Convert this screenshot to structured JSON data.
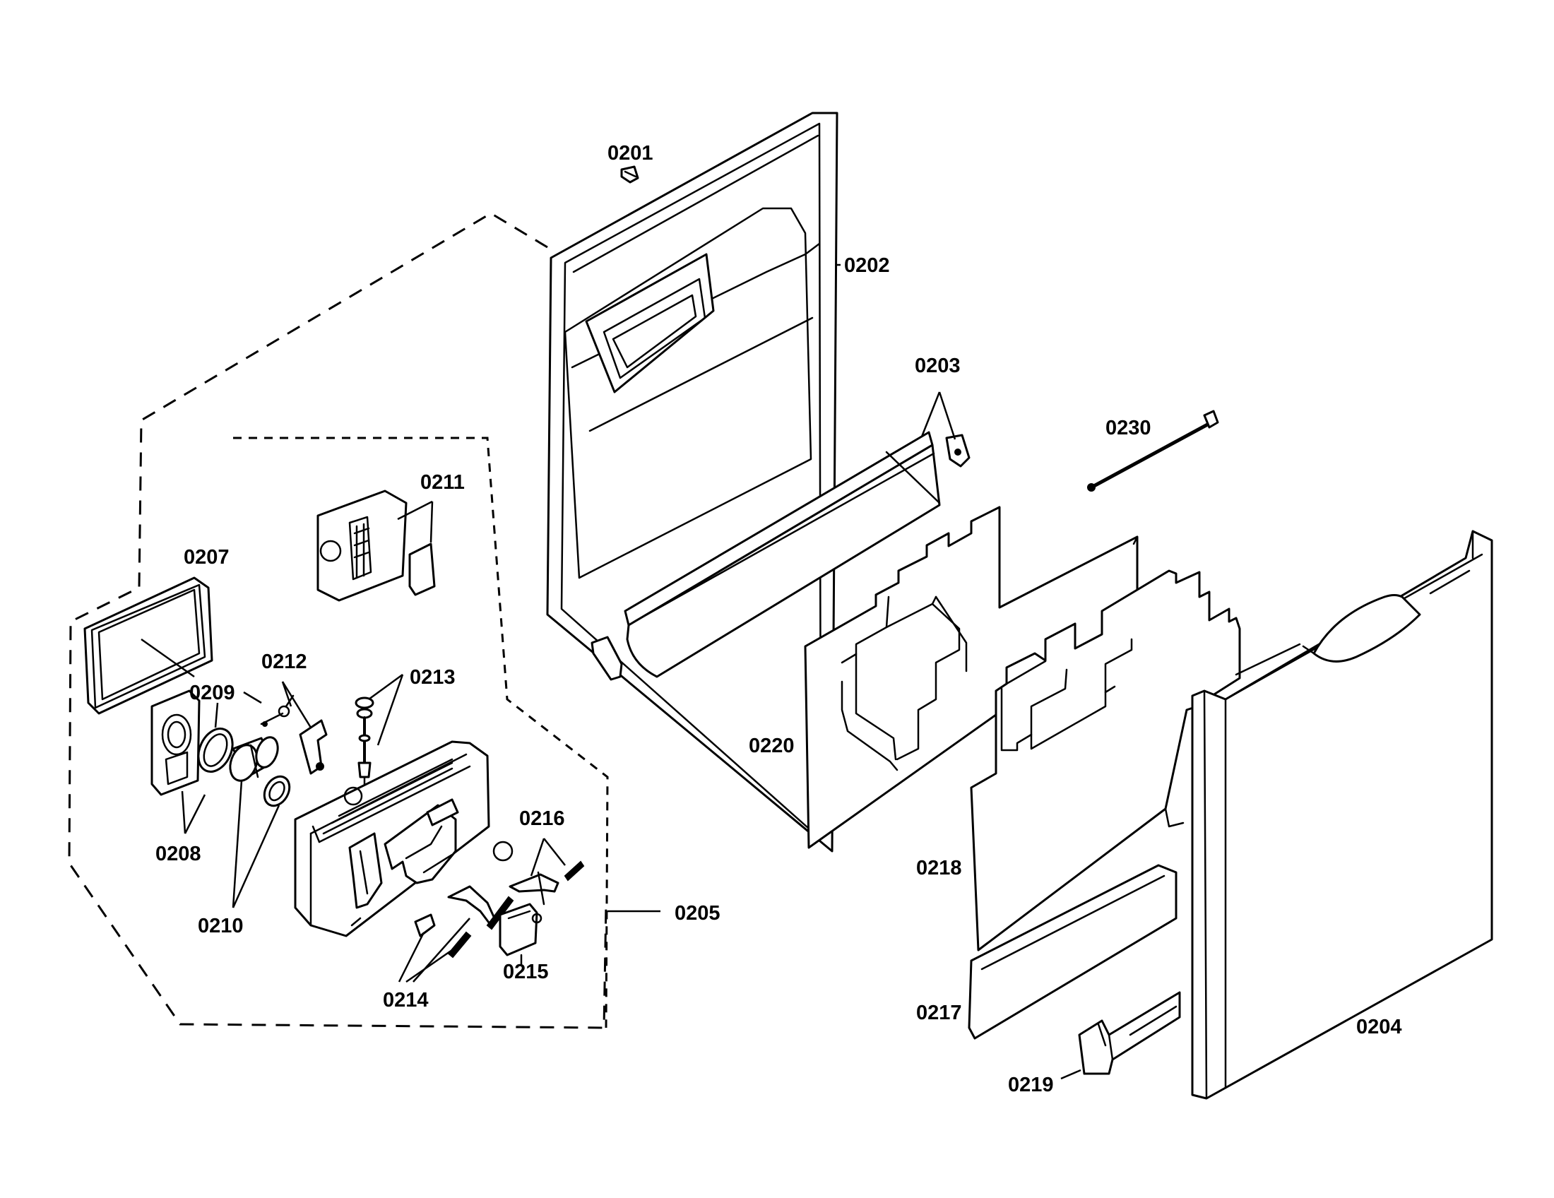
{
  "callouts": {
    "p0201": "0201",
    "p0202": "0202",
    "p0203": "0203",
    "p0230": "0230",
    "p0211": "0211",
    "p0207": "0207",
    "p0212": "0212",
    "p0213": "0213",
    "p0209": "0209",
    "p0220": "0220",
    "p0208": "0208",
    "p0216": "0216",
    "p0218": "0218",
    "p0210": "0210",
    "p0205": "0205",
    "p0215": "0215",
    "p0214": "0214",
    "p0217": "0217",
    "p0204": "0204",
    "p0219": "0219"
  },
  "colors": {
    "line": "#000000",
    "background": "#ffffff"
  }
}
